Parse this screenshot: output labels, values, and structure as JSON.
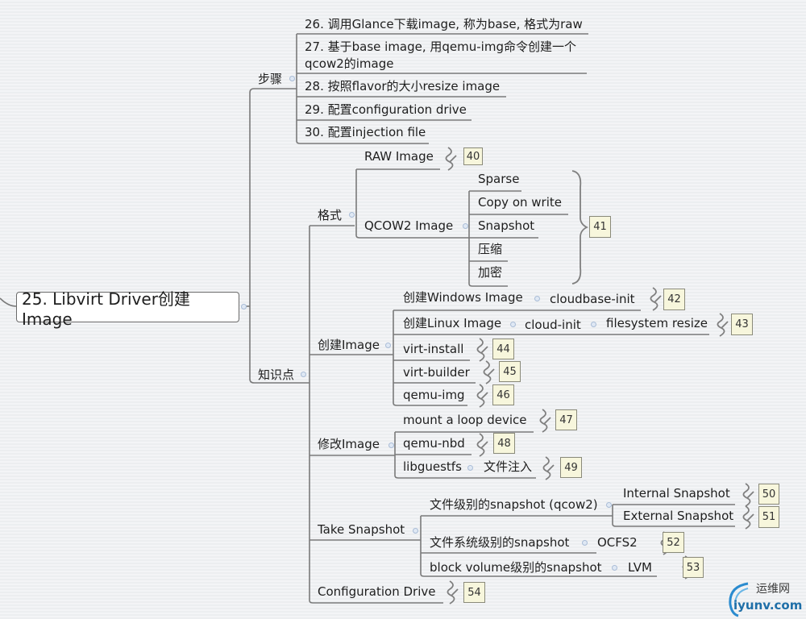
{
  "root": {
    "label": "25. Libvirt Driver创建Image"
  },
  "branches": {
    "steps": {
      "label": "步骤",
      "items": [
        "26. 调用Glance下载image, 称为base, 格式为raw",
        "27. 基于base image, 用qemu-img命令创建一个",
        "qcow2的image",
        "28. 按照flavor的大小resize image",
        "29. 配置configuration drive",
        "30. 配置injection file"
      ]
    },
    "knowledge": {
      "label": "知识点",
      "format": {
        "label": "格式",
        "raw": {
          "label": "RAW Image",
          "tag": "40"
        },
        "qcow2": {
          "label": "QCOW2 Image",
          "features": [
            "Sparse",
            "Copy on write",
            "Snapshot",
            "压缩",
            "加密"
          ],
          "tag": "41"
        }
      },
      "create": {
        "label": "创建Image",
        "windows": {
          "label": "创建Windows Image",
          "child": "cloudbase-init",
          "tag": "42"
        },
        "linux": {
          "label": "创建Linux Image",
          "child": "cloud-init",
          "grandchild": "filesystem resize",
          "tag": "43"
        },
        "tools": [
          {
            "label": "virt-install",
            "tag": "44"
          },
          {
            "label": "virt-builder",
            "tag": "45"
          },
          {
            "label": "qemu-img",
            "tag": "46"
          }
        ]
      },
      "modify": {
        "label": "修改Image",
        "items": [
          {
            "label": "mount a loop device",
            "tag": "47"
          },
          {
            "label": "qemu-nbd",
            "tag": "48"
          },
          {
            "label": "libguestfs",
            "child": "文件注入",
            "tag": "49"
          }
        ]
      },
      "snapshot": {
        "label": "Take Snapshot",
        "file": {
          "label": "文件级别的snapshot (qcow2)",
          "internal": "Internal Snapshot",
          "internal_tag": "50",
          "external": "External Snapshot",
          "external_tag": "51"
        },
        "fs": {
          "label": "文件系统级别的snapshot",
          "child": "OCFS2",
          "tag": "52"
        },
        "block": {
          "label": "block volume级别的snapshot",
          "child": "LVM",
          "tag": "53"
        }
      },
      "config_drive": {
        "label": "Configuration Drive",
        "tag": "54"
      }
    }
  },
  "watermark": {
    "cn": "运维网",
    "en": "iyunv.com"
  }
}
